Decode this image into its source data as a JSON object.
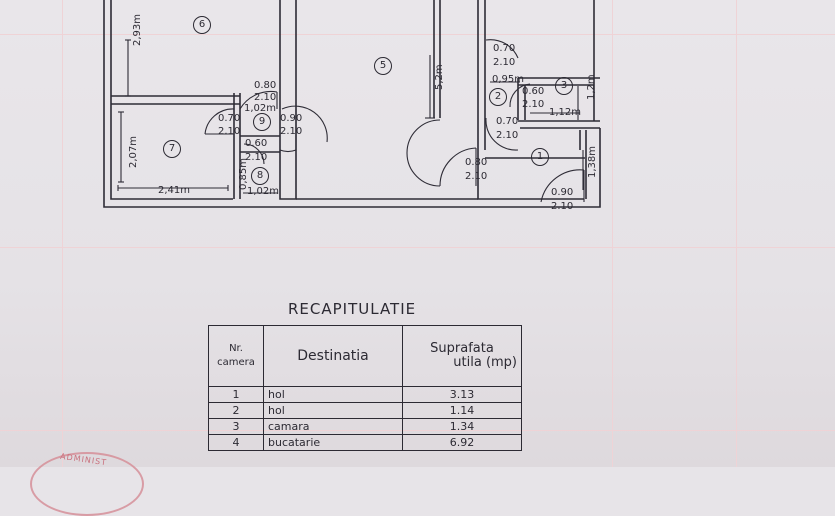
{
  "plan": {
    "rooms": {
      "r1": "1",
      "r2": "2",
      "r3": "3",
      "r5": "5",
      "r6": "6",
      "r7": "7",
      "r8": "8",
      "r9": "9"
    },
    "dims": {
      "d_293": "2,93m",
      "d_52": "5,2m",
      "d_207": "2,07m",
      "d_241": "2,41m",
      "d_085": "0,85m",
      "d_102a": "1,02m",
      "d_102b": "1,02m",
      "d_095": "0,95m",
      "d_112": "1,12m",
      "d_12": "1,2m",
      "d_138": "1,38m"
    },
    "doors": {
      "dr_a_w": "0.80",
      "dr_a_h": "2.10",
      "dr_b_w": "0.70",
      "dr_b_h": "2.10",
      "dr_c_w": "0.90",
      "dr_c_h": "2.10",
      "dr_d_w": "0.60",
      "dr_d_h": "2.10",
      "dr_e_w": "0.70",
      "dr_e_h": "2.10",
      "dr_f_w": "0.60",
      "dr_f_h": "2.10",
      "dr_g_w": "0.70",
      "dr_g_h": "2.10",
      "dr_h_w": "0.80",
      "dr_h_h": "2.10",
      "dr_i_w": "0.90",
      "dr_i_h": "2.10"
    }
  },
  "recap": {
    "title": "RECAPITULATIE",
    "headers": {
      "nr_line1": "Nr.",
      "nr_line2": "camera",
      "dest": "Destinatia",
      "supr_line1": "Suprafata",
      "supr_line2": "utila (mp)"
    },
    "rows": [
      {
        "nr": "1",
        "dest": "hol",
        "supr": "3.13"
      },
      {
        "nr": "2",
        "dest": "hol",
        "supr": "1.14"
      },
      {
        "nr": "3",
        "dest": "camara",
        "supr": "1.34"
      },
      {
        "nr": "4",
        "dest": "bucatarie",
        "supr": "6.92"
      }
    ]
  },
  "stamp_text": "ADMINIST"
}
